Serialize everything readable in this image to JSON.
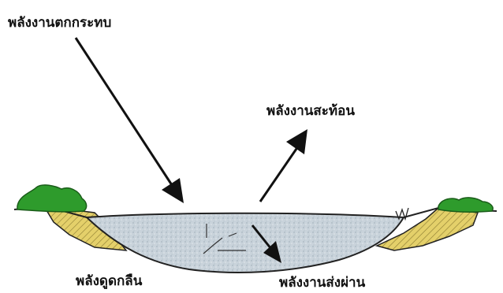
{
  "labels": {
    "incident": "พลังงานตกกระทบ",
    "reflected": "พลังงานสะท้อน",
    "absorbed": "พลังดูดกลืน",
    "transmitted": "พลังงานส่งผ่าน"
  },
  "colors": {
    "water": "#c9d3db",
    "bank_soil": "#e4d06a",
    "vegetation": "#2e9b2c",
    "ink": "#111111",
    "background": "#ffffff"
  }
}
